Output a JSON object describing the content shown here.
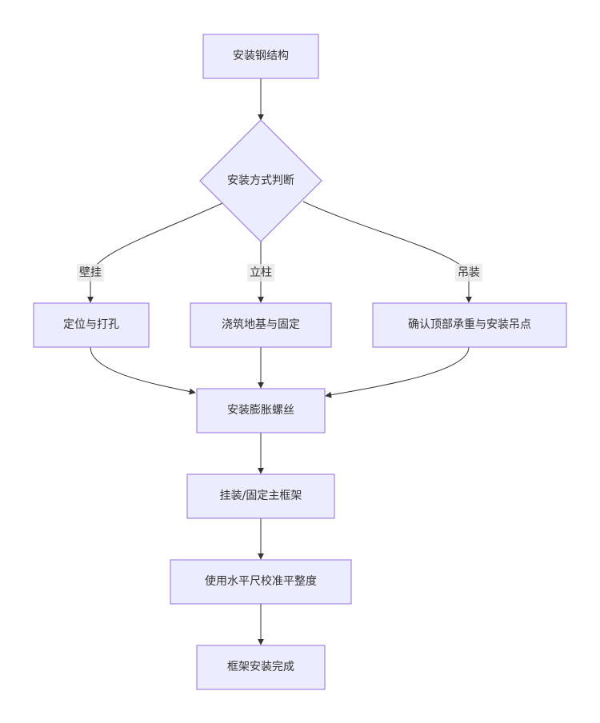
{
  "nodes": {
    "install_steel": "安装钢结构",
    "decision": "安装方式判断",
    "locate_drill": "定位与打孔",
    "pour_foundation": "浇筑地基与固定",
    "confirm_ceiling": "确认顶部承重与安装吊点",
    "expansion_bolts": "安装膨胀螺丝",
    "mount_frame": "挂装/固定主框架",
    "level_adjust": "使用水平尺校准平整度",
    "done": "框架安装完成"
  },
  "edge_labels": {
    "wall": "壁挂",
    "column": "立柱",
    "hanging": "吊装"
  },
  "colors": {
    "node_fill": "#ECECFF",
    "node_stroke": "#9370DB",
    "edge": "#333333",
    "text": "#333333",
    "label_bg": "#e8e8e8"
  }
}
